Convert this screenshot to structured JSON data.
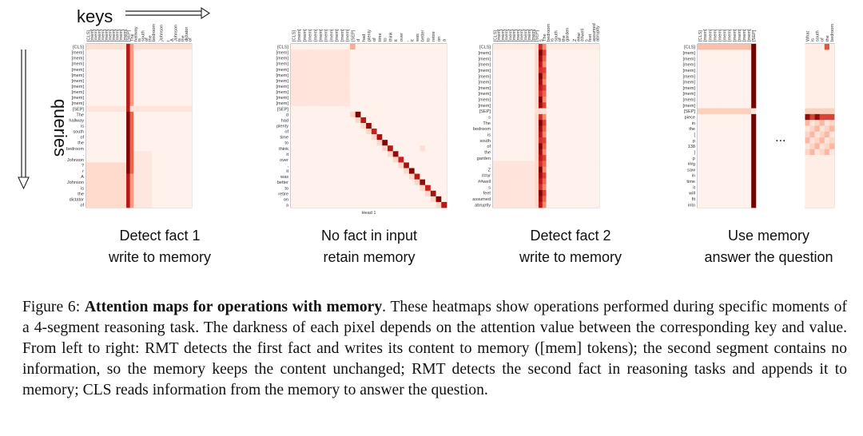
{
  "axes": {
    "keys_label": "keys",
    "queries_label": "queries"
  },
  "ellipsis": "...",
  "panels": [
    {
      "caption_line1": "Detect fact 1",
      "caption_line2": "write to memory",
      "sub_label": "",
      "keys": [
        "[CLS]",
        "[mem]",
        "[mem]",
        "[mem]",
        "[mem]",
        "[mem]",
        "[mem]",
        "[mem]",
        "[mem]",
        "[mem]",
        "[mem]",
        "[SEP]",
        "The",
        "hallway",
        "is",
        "south",
        "of",
        "the",
        "bedroom",
        ".",
        "Johnson",
        "’",
        "t",
        "A",
        "Johnson",
        "is",
        "the",
        "dictator",
        "of"
      ],
      "queries": [
        "[CLS]",
        "[mem]",
        "[mem]",
        "[mem]",
        "[mem]",
        "[mem]",
        "[mem]",
        "[mem]",
        "[mem]",
        "[mem]",
        "[mem]",
        "[SEP]",
        "The",
        "hallway",
        "is",
        "south",
        "of",
        "the",
        "bedroom",
        ".",
        "Johnson",
        "?",
        "r",
        "A",
        "Johnson",
        "is",
        "the",
        "dictator",
        "of"
      ]
    },
    {
      "caption_line1": "No fact in input",
      "caption_line2": "retain memory",
      "sub_label": "Head 1",
      "keys": [
        "[CLS]",
        "[mem]",
        "[mem]",
        "[mem]",
        "[mem]",
        "[mem]",
        "[mem]",
        "[mem]",
        "[mem]",
        "[mem]",
        "[mem]",
        "[SEP]",
        "d",
        "had",
        "plenty",
        "of",
        "time",
        "to",
        "think",
        "it",
        "over",
        ",",
        "it",
        "was",
        "better",
        "to",
        "retire",
        "on",
        "a"
      ],
      "queries": [
        "[CLS]",
        "[mem]",
        "[mem]",
        "[mem]",
        "[mem]",
        "[mem]",
        "[mem]",
        "[mem]",
        "[mem]",
        "[mem]",
        "[mem]",
        "[SEP]",
        "d",
        "had",
        "plenty",
        "of",
        "time",
        "to",
        "think",
        "it",
        "over",
        ",",
        "it",
        "was",
        "better",
        "to",
        "retire",
        "on",
        "a"
      ]
    },
    {
      "caption_line1": "Detect fact 2",
      "caption_line2": "write to memory",
      "sub_label": "",
      "keys": [
        "[CLS]",
        "[mem]",
        "[mem]",
        "[mem]",
        "[mem]",
        "[mem]",
        "[mem]",
        "[mem]",
        "[mem]",
        "[mem]",
        "[mem]",
        "[SEP]",
        "s",
        "The",
        "bedroom",
        "is",
        "south",
        "of",
        "the",
        "garden",
        ".",
        "Z",
        "##ar",
        "##well",
        "s",
        "feet",
        "assumed",
        "abruptly"
      ],
      "queries": [
        "[CLS]",
        "[mem]",
        "[mem]",
        "[mem]",
        "[mem]",
        "[mem]",
        "[mem]",
        "[mem]",
        "[mem]",
        "[mem]",
        "[mem]",
        "[SEP]",
        "s",
        "The",
        "bedroom",
        "is",
        "south",
        "of",
        "the",
        "garden",
        ".",
        "Z",
        "##ar",
        "##well",
        "s",
        "feet",
        "assumed",
        "abruptly"
      ]
    },
    {
      "caption_line1": "Use memory",
      "caption_line2": "answer the question",
      "sub_label": "",
      "keys": [
        "[CLS]",
        "[mem]",
        "[mem]",
        "[mem]",
        "[mem]",
        "[mem]",
        "[mem]",
        "[mem]",
        "[mem]",
        "[mem]",
        "[mem]",
        "[SEP]"
      ],
      "keys_right": [
        "What",
        "is",
        "south",
        "of",
        "the",
        "bedroom"
      ],
      "queries": [
        "[CLS]",
        "[mem]",
        "[mem]",
        "[mem]",
        "[mem]",
        "[mem]",
        "[mem]",
        "[mem]",
        "[mem]",
        "[mem]",
        "[mem]",
        "[SEP]",
        "piece",
        "in",
        "the",
        "[",
        "p",
        "138",
        "]",
        "p",
        "##g",
        "saw",
        "in",
        "time",
        "it",
        "will",
        "fit",
        "into"
      ]
    }
  ],
  "caption": {
    "prefix": "Figure 6: ",
    "bold": "Attention maps for operations with memory",
    "body": ". These heatmaps show operations performed during specific moments of a 4-segment reasoning task. The darkness of each pixel depends on the attention value between the corresponding key and value. From left to right: RMT detects the first fact and writes its content to memory ([mem] tokens); the second segment contains no information, so the memory keeps the content unchanged; RMT detects the second fact in reasoning tasks and appends it to memory; CLS reads information from the memory to answer the question."
  },
  "colors": {
    "light": "#fde0d3",
    "mid": "#f26b4a",
    "dark": "#8b0000",
    "bg": "#fff7f3"
  }
}
